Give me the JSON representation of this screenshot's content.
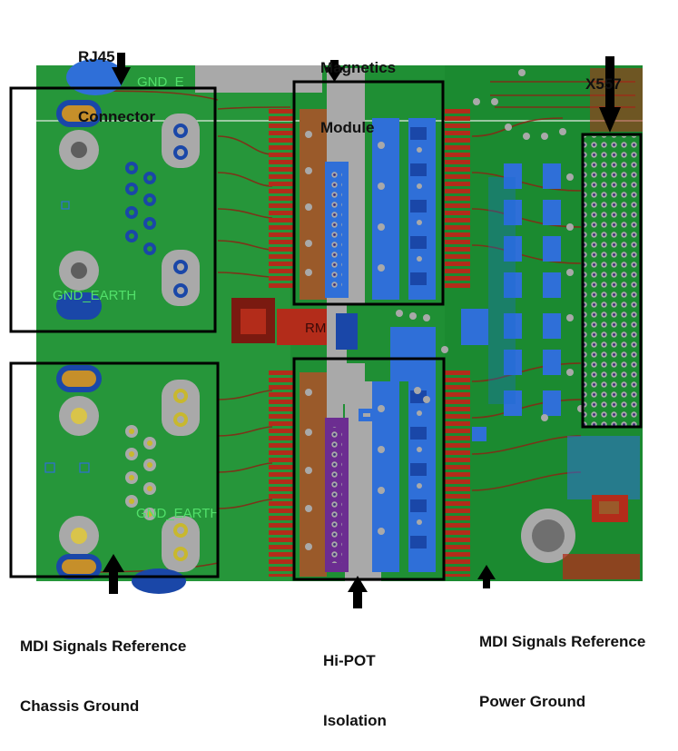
{
  "labels": {
    "rj45": [
      "RJ45",
      "Connector"
    ],
    "magnetics": [
      "Magnetics",
      "Module"
    ],
    "x557": [
      "X557"
    ],
    "mdi_chassis": [
      "MDI Signals Reference",
      "Chassis Ground"
    ],
    "hipot": [
      "Hi-POT",
      "Isolation"
    ],
    "mdi_power": [
      "MDI Signals Reference",
      "Power Ground"
    ]
  },
  "board_text": {
    "gnd_e": "GND_E",
    "gnd_earth_1": "GND_EARTH",
    "gnd_earth_2": "GND_EARTH",
    "rm": "RM"
  },
  "colors": {
    "board_green": "#1f8f34",
    "board_dark": "#0b3d17",
    "board_light": "#2aa43c",
    "copper_grey": "#a9a9a9",
    "pad_blue": "#2f6fd8",
    "pad_dark_blue": "#0c2a8a",
    "purple": "#6c2d91",
    "red": "#b32c1a",
    "dark_red": "#7a1a10",
    "orange_brown": "#9a5a2a",
    "silk_green": "#52e06a",
    "annotation_black": "#000000"
  }
}
